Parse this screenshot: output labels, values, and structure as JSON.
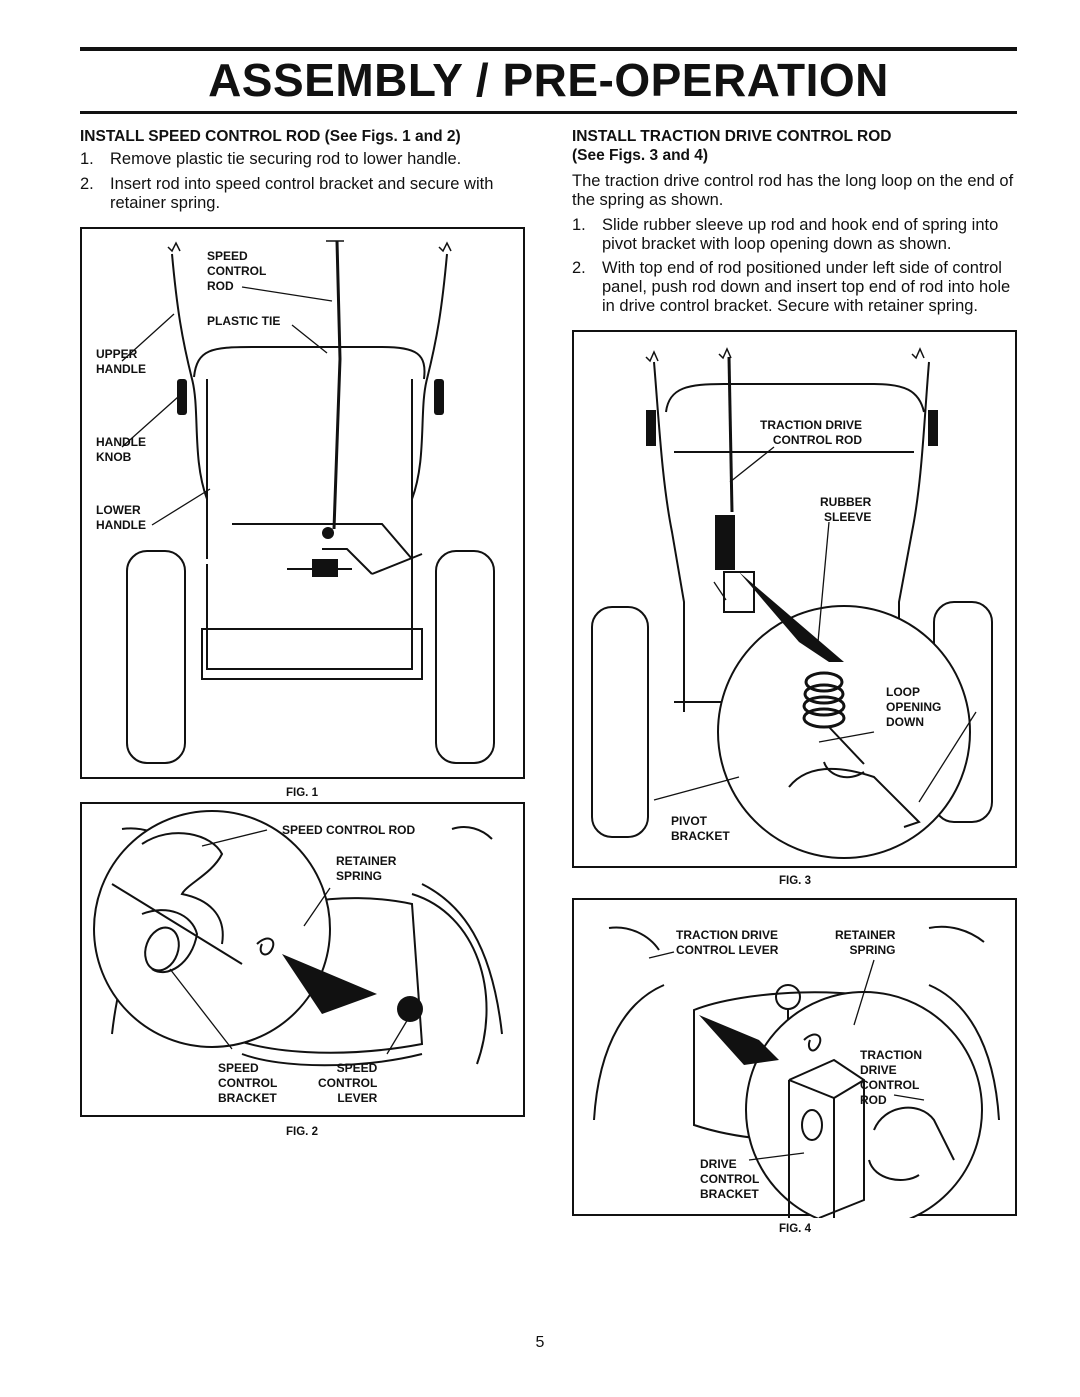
{
  "page": {
    "title": "ASSEMBLY / PRE-OPERATION",
    "page_number": "5"
  },
  "left": {
    "heading": "INSTALL SPEED CONTROL ROD (See Figs. 1 and 2)",
    "steps": [
      {
        "num": "1.",
        "text": "Remove plastic tie securing rod to lower handle."
      },
      {
        "num": "2.",
        "text": "Insert rod into speed control bracket and secure with retainer spring."
      }
    ]
  },
  "right": {
    "heading_line1": "INSTALL TRACTION DRIVE CONTROL ROD",
    "heading_line2": "(See Figs. 3 and 4)",
    "intro": "The traction drive control rod has the long loop on the end of the spring as shown.",
    "steps": [
      {
        "num": "1.",
        "text": "Slide rubber sleeve up rod and hook end of spring into pivot bracket with loop opening down as shown."
      },
      {
        "num": "2.",
        "text": "With top end of rod positioned under left side of control panel, push rod down and insert top end of rod into hole in drive control bracket.  Secure with retainer spring."
      }
    ]
  },
  "fig1": {
    "caption": "FIG. 1",
    "labels": {
      "speed_control_rod": "SPEED\nCONTROL\nROD",
      "plastic_tie": "PLASTIC TIE",
      "upper_handle": "UPPER\nHANDLE",
      "handle_knob": "HANDLE\nKNOB",
      "lower_handle": "LOWER\nHANDLE"
    }
  },
  "fig2": {
    "caption": "FIG. 2",
    "labels": {
      "speed_control_rod": "SPEED CONTROL ROD",
      "retainer_spring": "RETAINER\nSPRING",
      "speed_control_bracket": "SPEED\nCONTROL\nBRACKET",
      "speed_control_lever": "SPEED\nCONTROL\nLEVER"
    }
  },
  "fig3": {
    "caption": "FIG. 3",
    "labels": {
      "traction_drive_control_rod": "TRACTION DRIVE\nCONTROL ROD",
      "rubber_sleeve": "RUBBER\nSLEEVE",
      "loop_opening_down": "LOOP\nOPENING\nDOWN",
      "pivot_bracket": "PIVOT\nBRACKET"
    }
  },
  "fig4": {
    "caption": "FIG. 4",
    "labels": {
      "traction_drive_control_lever": "TRACTION DRIVE\nCONTROL LEVER",
      "retainer_spring": "RETAINER\nSPRING",
      "traction_drive_control_rod": "TRACTION\nDRIVE\nCONTROL\nROD",
      "drive_control_bracket": "DRIVE\nCONTROL\nBRACKET"
    }
  }
}
